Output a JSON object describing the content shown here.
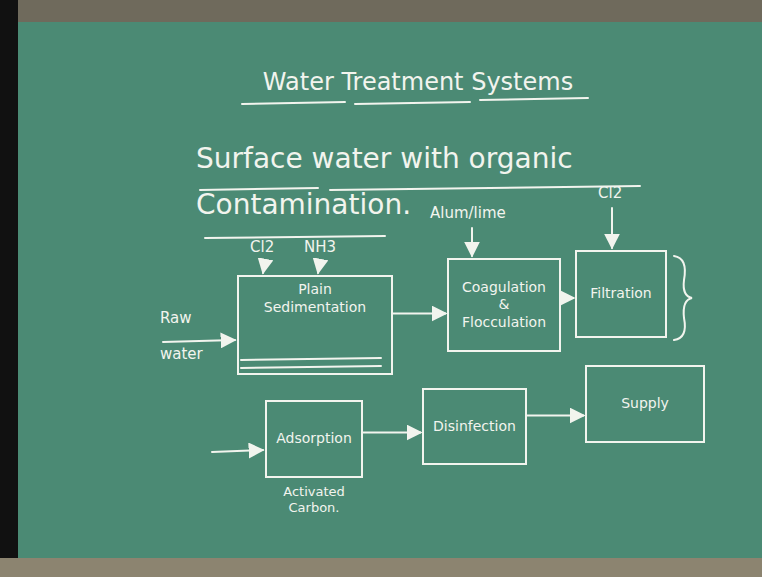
{
  "diagram": {
    "title": "Water Treatment Systems",
    "nodes": [
      {
        "text": [
          "Plain Sedimentation"
        ]
      },
      {
        "text": [
          "Coagulation & Flocculation"
        ]
      },
      {
        "text": [
          "Filtration"
        ]
      },
      {
        "text": [
          "Adsorption",
          "Activated Carbon."
        ]
      },
      {
        "text": [
          "Disinfection"
        ]
      },
      {
        "text": [
          "Supply"
        ]
      }
    ],
    "edges": [
      {
        "from": 0,
        "to": 1,
        "arrow": "to"
      },
      {
        "from": 1,
        "to": 2,
        "arrow": "to"
      },
      {
        "from": 3,
        "to": 4,
        "arrow": "to"
      },
      {
        "from": 4,
        "to": 5,
        "arrow": "to"
      }
    ],
    "labels": [
      "Surface water with organic Contamination.",
      "Raw water",
      "Cl2",
      "NH3",
      "Alum/lime",
      "Cl2"
    ]
  }
}
